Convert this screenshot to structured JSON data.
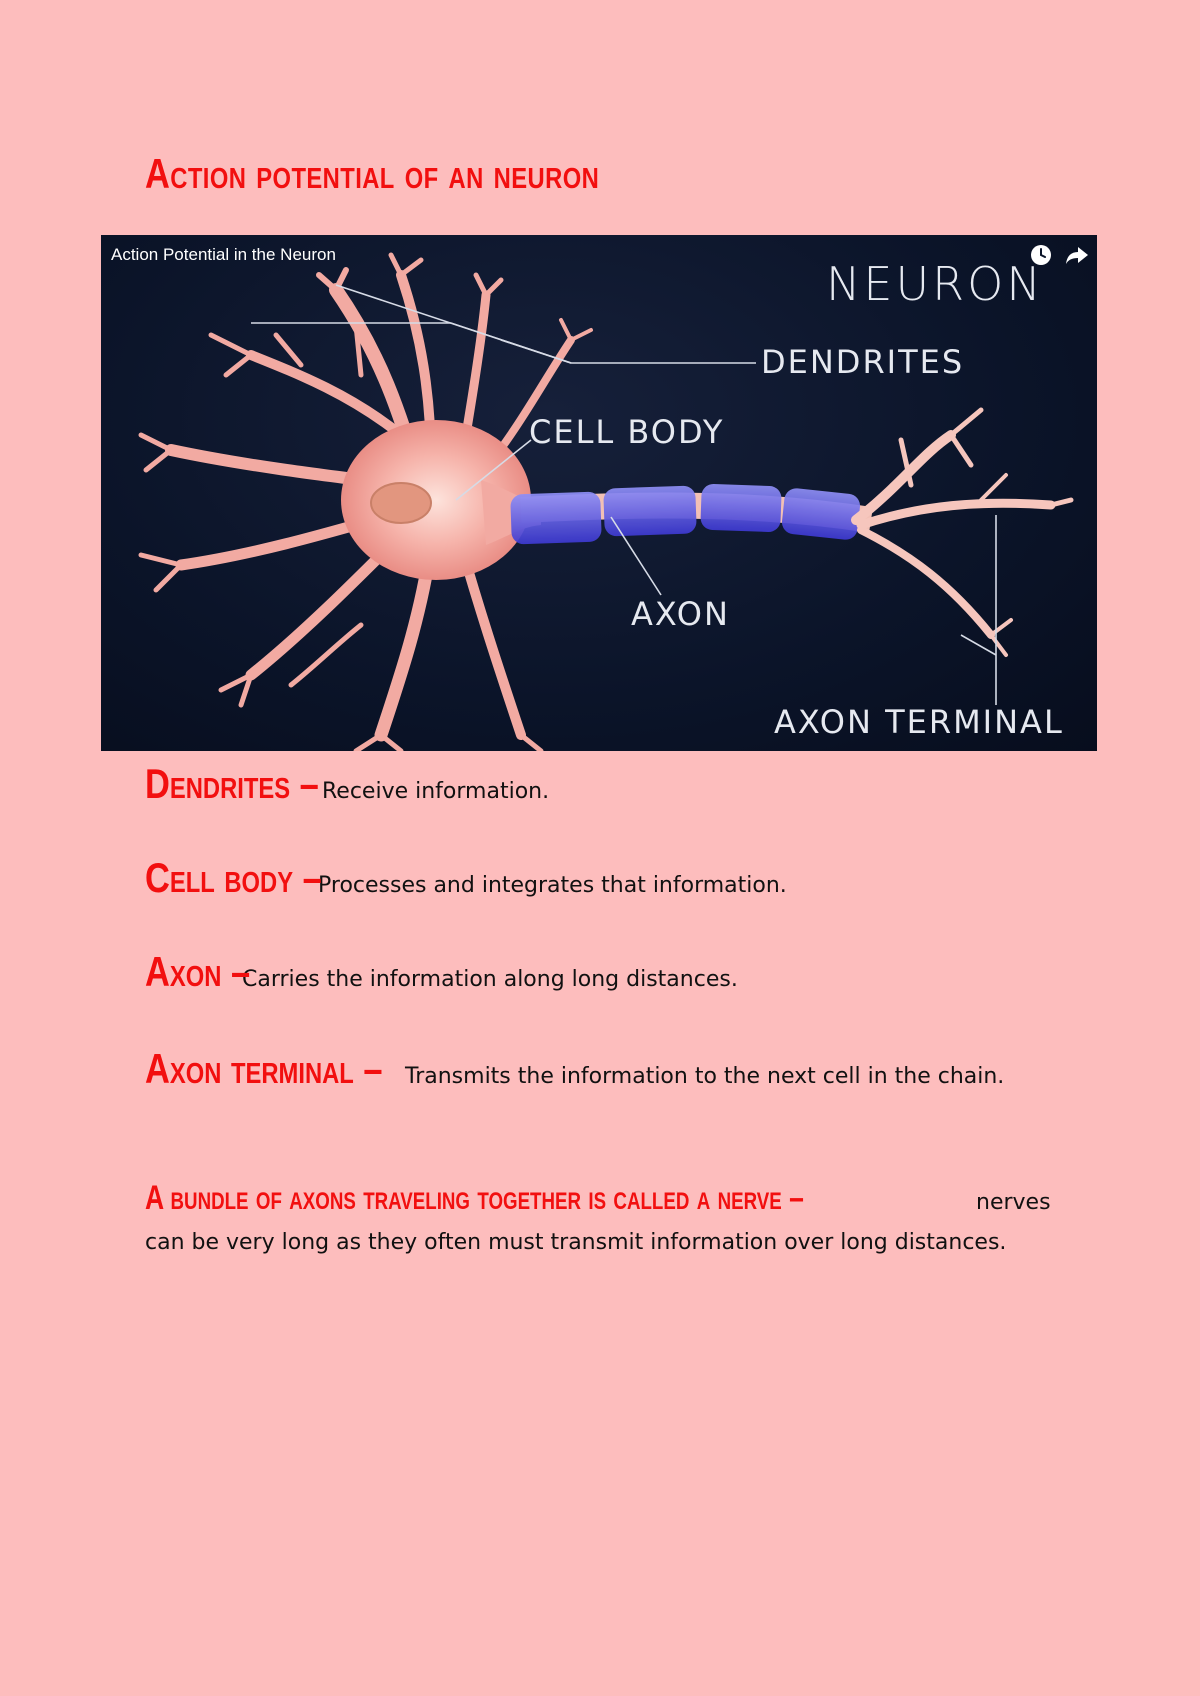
{
  "title": "Action potential of an neuron",
  "video": {
    "title": "Action Potential in the Neuron",
    "icons": [
      "clock-icon",
      "share-icon"
    ],
    "labels": {
      "neuron": "NEURON",
      "dendrites": "DENDRITES",
      "cell_body": "CELL BODY",
      "axon": "AXON",
      "axon_terminal": "AXON TERMINAL"
    }
  },
  "definitions": [
    {
      "term": "Dendrites –",
      "text": "Receive information."
    },
    {
      "term": "Cell body –",
      "text": "Processes and integrates that information."
    },
    {
      "term": "Axon –",
      "text": "Carries the information along long distances."
    },
    {
      "term": "Axon terminal –",
      "text": "Transmits the information to the next cell in the chain."
    },
    {
      "term": "A bundle of axons traveling together is called a nerve –",
      "text": "nerves can be very long as they often must transmit information over long distances."
    }
  ],
  "colors": {
    "background": "#fdbdbd",
    "accent": "#f20f0f",
    "video_bg": "#0b1429"
  }
}
